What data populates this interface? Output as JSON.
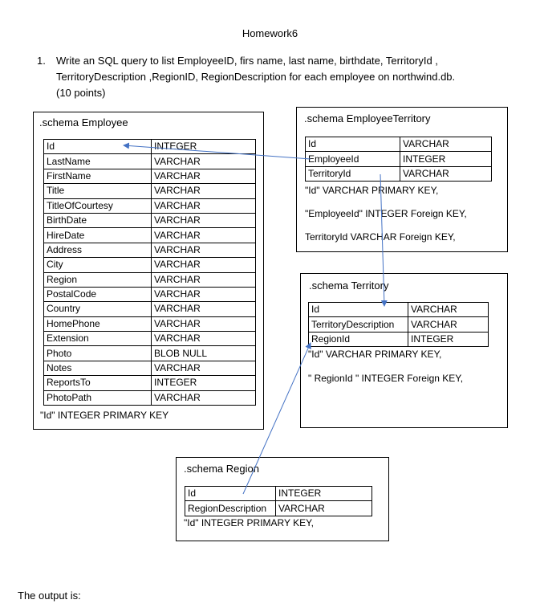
{
  "title": "Homework6",
  "question": {
    "number": "1.",
    "lines": [
      "Write an SQL query to list EmployeeID,  firs name, last name, birthdate, TerritoryId ,",
      "TerritoryDescription ,RegionID, RegionDescription for each employee on northwind.db.",
      "(10 points)"
    ]
  },
  "employee": {
    "title": ".schema Employee",
    "rows": [
      [
        "Id",
        "INTEGER"
      ],
      [
        "LastName",
        "VARCHAR"
      ],
      [
        "FirstName",
        "VARCHAR"
      ],
      [
        "Title",
        "VARCHAR"
      ],
      [
        "TitleOfCourtesy",
        "VARCHAR"
      ],
      [
        "BirthDate",
        "VARCHAR"
      ],
      [
        "HireDate",
        "VARCHAR"
      ],
      [
        "Address",
        "VARCHAR"
      ],
      [
        "City",
        "VARCHAR"
      ],
      [
        "Region",
        "VARCHAR"
      ],
      [
        "PostalCode",
        "VARCHAR"
      ],
      [
        "Country",
        "VARCHAR"
      ],
      [
        "HomePhone",
        "VARCHAR"
      ],
      [
        "Extension",
        "VARCHAR"
      ],
      [
        "Photo",
        "BLOB NULL"
      ],
      [
        "Notes",
        "VARCHAR"
      ],
      [
        "ReportsTo",
        "INTEGER"
      ],
      [
        "PhotoPath",
        "VARCHAR"
      ]
    ],
    "notes": [
      "\"Id\" INTEGER PRIMARY KEY"
    ]
  },
  "employee_territory": {
    "title": ".schema EmployeeTerritory",
    "rows": [
      [
        "Id",
        "VARCHAR"
      ],
      [
        "EmployeeId",
        "INTEGER"
      ],
      [
        "TerritoryId",
        "VARCHAR"
      ]
    ],
    "notes": [
      "\"Id\" VARCHAR PRIMARY KEY,",
      "\"EmployeeId\" INTEGER Foreign KEY,",
      "TerritoryId VARCHAR Foreign KEY,"
    ]
  },
  "territory": {
    "title": ".schema Territory",
    "rows": [
      [
        "Id",
        "VARCHAR"
      ],
      [
        "TerritoryDescription",
        "VARCHAR"
      ],
      [
        "RegionId",
        "INTEGER"
      ]
    ],
    "notes": [
      "\"Id\" VARCHAR PRIMARY KEY,",
      "\" RegionId \" INTEGER Foreign KEY,"
    ]
  },
  "region": {
    "title": ".schema Region",
    "rows": [
      [
        "Id",
        "INTEGER"
      ],
      [
        "RegionDescription",
        "VARCHAR"
      ]
    ],
    "notes": [
      "\"Id\" INTEGER PRIMARY KEY,"
    ]
  },
  "output_label": "The output is:",
  "colors": {
    "arrow": "#4472C4"
  }
}
